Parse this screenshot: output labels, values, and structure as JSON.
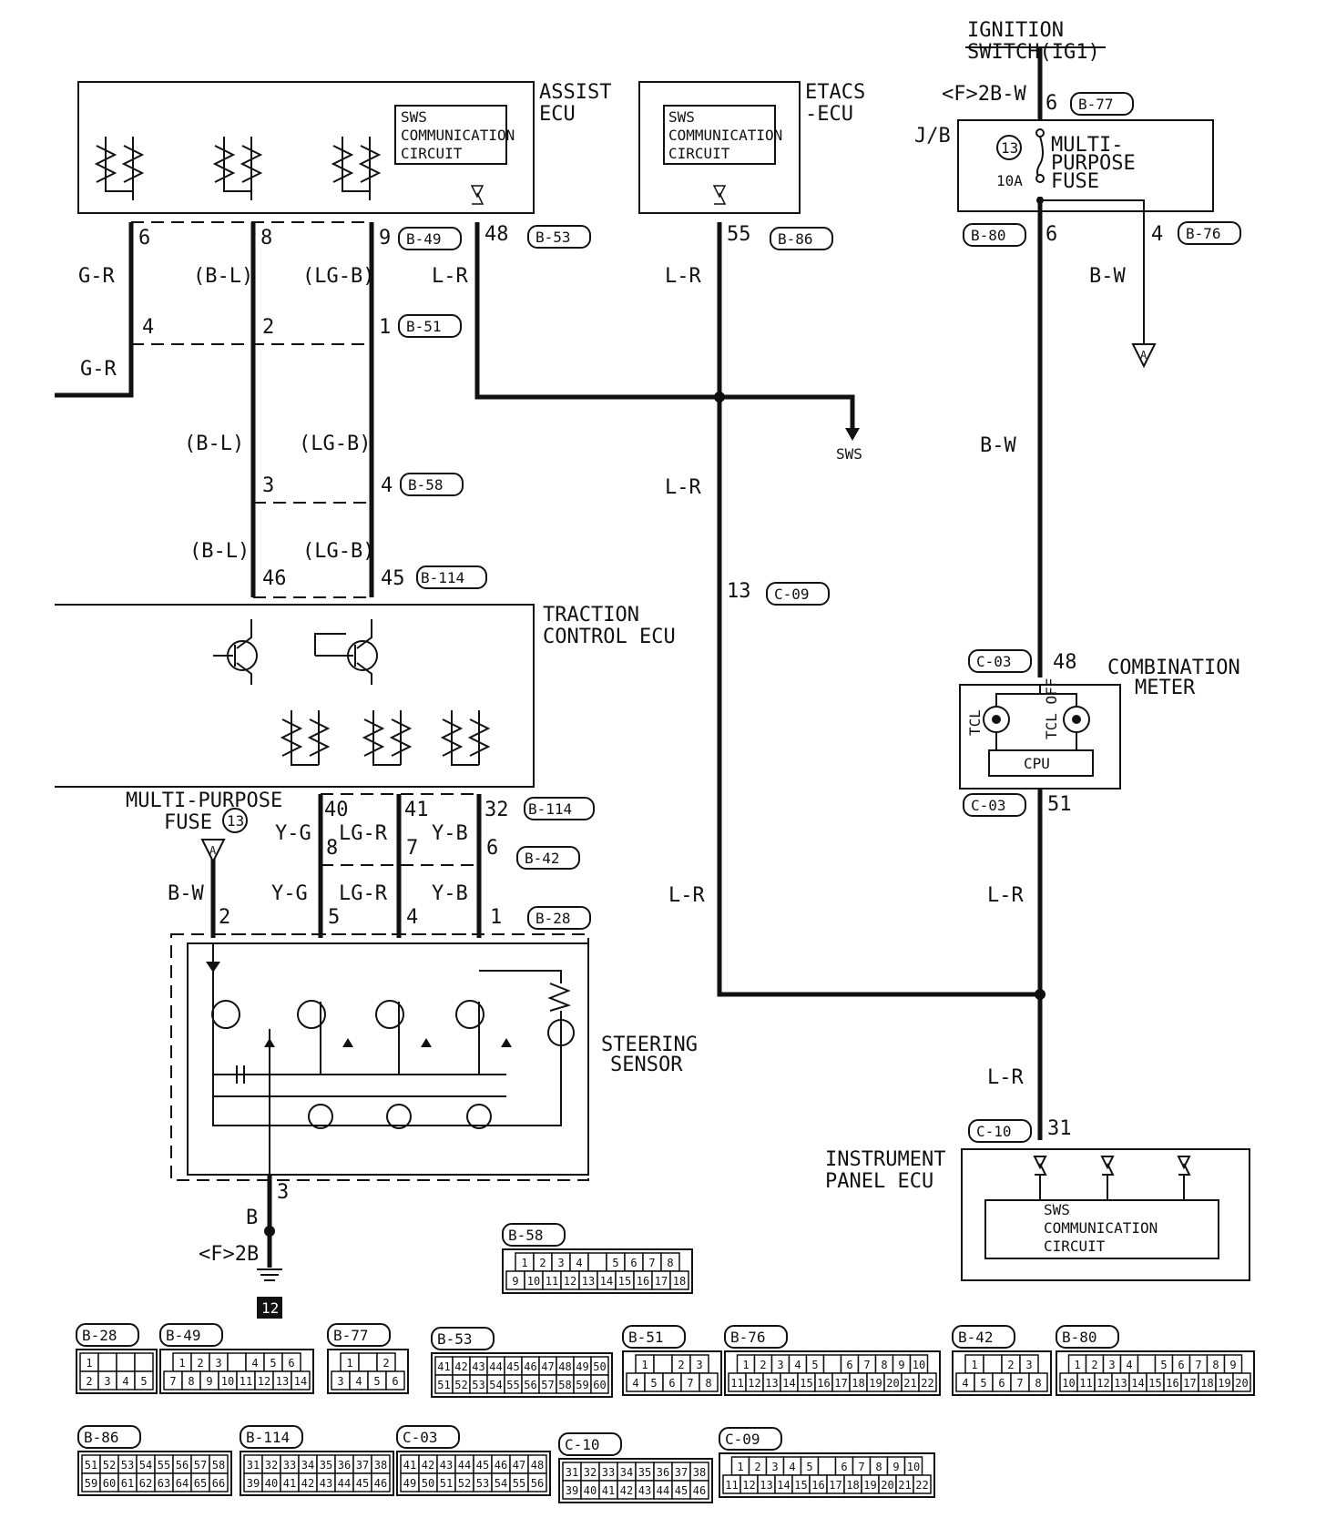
{
  "components": {
    "ignition_switch": [
      "IGNITION",
      "SWITCH(IG1)"
    ],
    "assist_ecu": [
      "ASSIST",
      "ECU"
    ],
    "etacs_ecu": [
      "ETACS",
      "-ECU"
    ],
    "sws_circuit": [
      "SWS",
      "COMMUNICATION",
      "CIRCUIT"
    ],
    "jb": "J/B",
    "fuse_number": "13",
    "fuse_rating": "10A",
    "multi_purpose_fuse": [
      "MULTI-",
      "PURPOSE",
      "FUSE"
    ],
    "multi_purpose_fuse_ref": [
      "MULTI-PURPOSE",
      "FUSE"
    ],
    "traction_control_ecu": [
      "TRACTION",
      "CONTROL ECU"
    ],
    "combination_meter": [
      "COMBINATION",
      "METER"
    ],
    "tcl": "TCL",
    "tcl_off": "TCL OFF",
    "cpu": "CPU",
    "steering_sensor": [
      "STEERING",
      "SENSOR"
    ],
    "instrument_panel_ecu": [
      "INSTRUMENT",
      "PANEL ECU"
    ],
    "sws": "SWS",
    "ground": "12",
    "ground_prefix": "<F>2B",
    "ignition_prefix": "<F>2B-W",
    "connector_A": "A"
  },
  "wires": {
    "gr": "G-R",
    "bl": "(B-L)",
    "lgb": "(LG-B)",
    "lr": "L-R",
    "bw": "B-W",
    "yg": "Y-G",
    "lgr": "LG-R",
    "yb": "Y-B",
    "b": "B"
  },
  "pins": {
    "p6": "6",
    "p8": "8",
    "p9": "9",
    "p48": "48",
    "p55": "55",
    "p4": "4",
    "p2": "2",
    "p1": "1",
    "p3": "3",
    "p46": "46",
    "p45": "45",
    "p13": "13",
    "p51": "51",
    "p31": "31",
    "p40": "40",
    "p41": "41",
    "p32": "32",
    "p7": "7",
    "p5": "5"
  },
  "connectors": {
    "b49": "B-49",
    "b53": "B-53",
    "b86": "B-86",
    "b77": "B-77",
    "b80": "B-80",
    "b76": "B-76",
    "b51": "B-51",
    "b58": "B-58",
    "b114": "B-114",
    "c09": "C-09",
    "c03": "C-03",
    "c10": "C-10",
    "b42": "B-42",
    "b28": "B-28"
  },
  "connector_faces": {
    "b58": [
      [
        "1",
        "2",
        "3",
        "4",
        "",
        "5",
        "6",
        "7",
        "8"
      ],
      [
        "9",
        "10",
        "11",
        "12",
        "13",
        "14",
        "15",
        "16",
        "17",
        "18"
      ]
    ],
    "b28": [
      [
        "1",
        "",
        "",
        ""
      ],
      [
        "2",
        "3",
        "4",
        "5"
      ]
    ],
    "b49": [
      [
        "1",
        "2",
        "3",
        "",
        "4",
        "5",
        "6"
      ],
      [
        "7",
        "8",
        "9",
        "10",
        "11",
        "12",
        "13",
        "14"
      ]
    ],
    "b77": [
      [
        "1",
        "",
        "2"
      ],
      [
        "3",
        "4",
        "5",
        "6"
      ]
    ],
    "b53": [
      [
        "41",
        "42",
        "43",
        "44",
        "45",
        "46",
        "47",
        "48",
        "49",
        "50"
      ],
      [
        "51",
        "52",
        "53",
        "54",
        "55",
        "56",
        "57",
        "58",
        "59",
        "60"
      ]
    ],
    "b51": [
      [
        "1",
        "",
        "2",
        "3"
      ],
      [
        "4",
        "5",
        "6",
        "7",
        "8"
      ]
    ],
    "b76": [
      [
        "1",
        "2",
        "3",
        "4",
        "5",
        "",
        "6",
        "7",
        "8",
        "9",
        "10"
      ],
      [
        "11",
        "12",
        "13",
        "14",
        "15",
        "16",
        "17",
        "18",
        "19",
        "20",
        "21",
        "22"
      ]
    ],
    "b42": [
      [
        "1",
        "",
        "2",
        "3"
      ],
      [
        "4",
        "5",
        "6",
        "7",
        "8"
      ]
    ],
    "b80": [
      [
        "1",
        "2",
        "3",
        "4",
        "",
        "5",
        "6",
        "7",
        "8",
        "9"
      ],
      [
        "10",
        "11",
        "12",
        "13",
        "14",
        "15",
        "16",
        "17",
        "18",
        "19",
        "20"
      ]
    ],
    "b86": [
      [
        "51",
        "52",
        "53",
        "54",
        "55",
        "56",
        "57",
        "58"
      ],
      [
        "59",
        "60",
        "61",
        "62",
        "63",
        "64",
        "65",
        "66"
      ]
    ],
    "b114": [
      [
        "31",
        "32",
        "33",
        "34",
        "35",
        "36",
        "37",
        "38"
      ],
      [
        "39",
        "40",
        "41",
        "42",
        "43",
        "44",
        "45",
        "46"
      ]
    ],
    "c03": [
      [
        "41",
        "42",
        "43",
        "44",
        "45",
        "46",
        "47",
        "48"
      ],
      [
        "49",
        "50",
        "51",
        "52",
        "53",
        "54",
        "55",
        "56"
      ]
    ],
    "c10": [
      [
        "31",
        "32",
        "33",
        "34",
        "35",
        "36",
        "37",
        "38"
      ],
      [
        "39",
        "40",
        "41",
        "42",
        "43",
        "44",
        "45",
        "46"
      ]
    ],
    "c09": [
      [
        "1",
        "2",
        "3",
        "4",
        "5",
        "",
        "6",
        "7",
        "8",
        "9",
        "10"
      ],
      [
        "11",
        "12",
        "13",
        "14",
        "15",
        "16",
        "17",
        "18",
        "19",
        "20",
        "21",
        "22"
      ]
    ]
  }
}
